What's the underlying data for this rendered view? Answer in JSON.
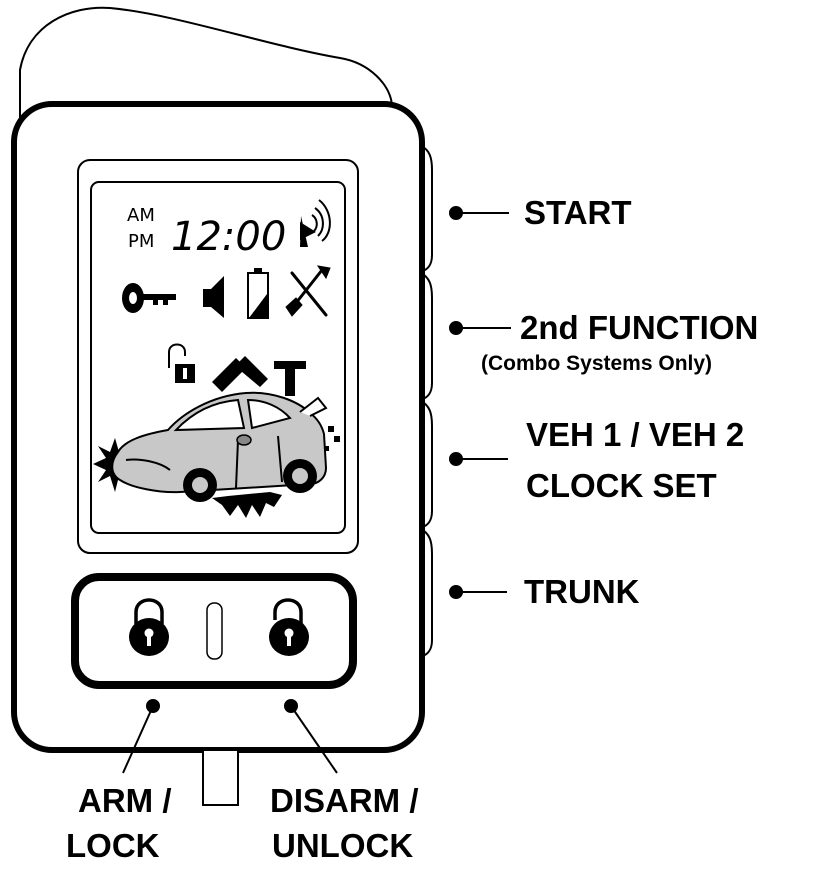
{
  "display": {
    "am": "AM",
    "pm": "PM",
    "clock": "12:00",
    "icons": [
      "antenna-signal-icon",
      "key-icon",
      "speaker-icon",
      "battery-icon",
      "tools-icon",
      "unlocked-padlock-icon",
      "hammer-icon",
      "car-icon",
      "impact-icon"
    ]
  },
  "buttons": {
    "start": {
      "label": "START"
    },
    "second_function": {
      "label": "2nd FUNCTION",
      "note": "(Combo Systems Only)"
    },
    "veh": {
      "line1": "VEH 1 / VEH 2",
      "line2": "CLOCK SET"
    },
    "trunk": {
      "label": "TRUNK"
    },
    "arm": {
      "line1": "ARM /",
      "line2": "LOCK"
    },
    "disarm": {
      "line1": "DISARM /",
      "line2": "UNLOCK"
    }
  }
}
